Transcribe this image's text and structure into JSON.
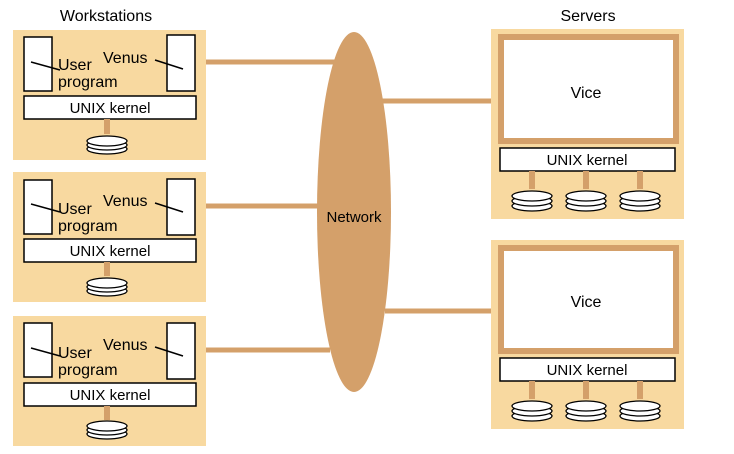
{
  "headings": {
    "workstations": "Workstations",
    "servers": "Servers"
  },
  "network": {
    "label": "Network"
  },
  "workstations": [
    {
      "user_line1": "User",
      "user_line2": "program",
      "venus": "Venus",
      "kernel": "UNIX kernel"
    },
    {
      "user_line1": "User",
      "user_line2": "program",
      "venus": "Venus",
      "kernel": "UNIX kernel"
    },
    {
      "user_line1": "User",
      "user_line2": "program",
      "venus": "Venus",
      "kernel": "UNIX kernel"
    }
  ],
  "servers": [
    {
      "vice": "Vice",
      "kernel": "UNIX kernel"
    },
    {
      "vice": "Vice",
      "kernel": "UNIX kernel"
    }
  ],
  "colors": {
    "panel": "#f8d9a0",
    "connector": "#d4a06a",
    "network": "#d4a06a",
    "box_fill": "#ffffff",
    "outline": "#000000"
  }
}
